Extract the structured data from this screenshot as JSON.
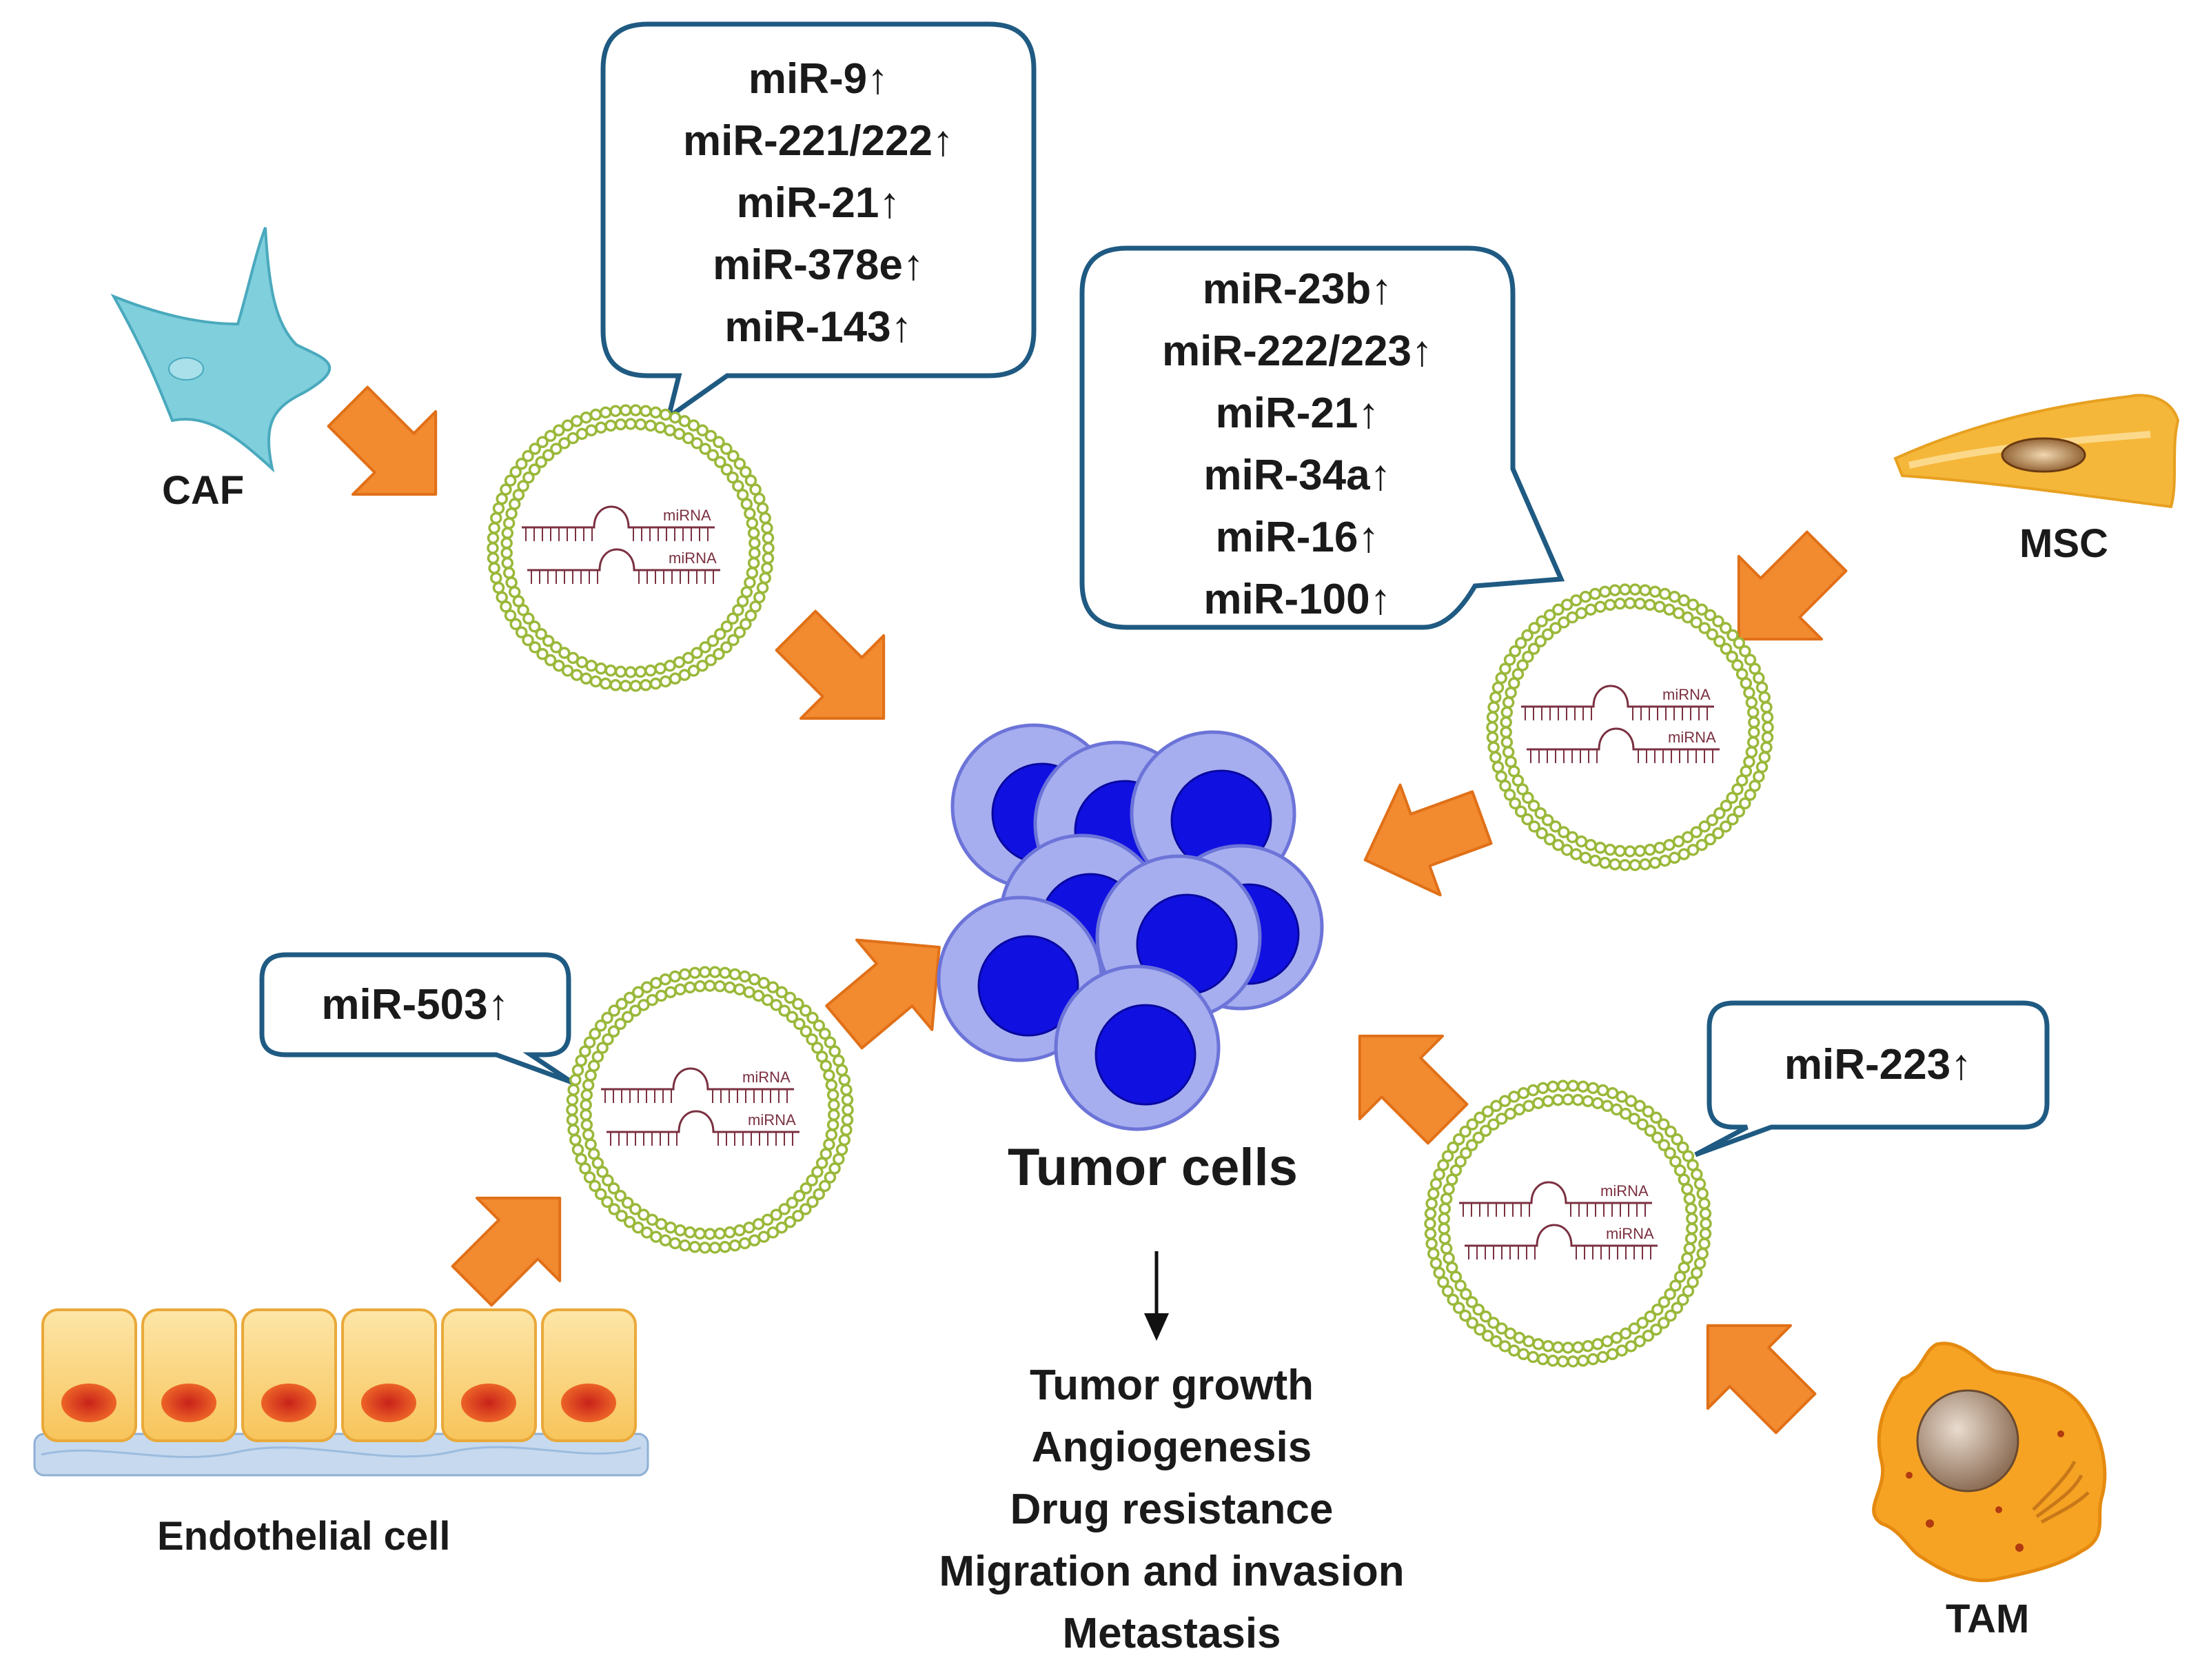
{
  "sources": {
    "caf": {
      "label": "CAF"
    },
    "msc": {
      "label": "MSC"
    },
    "endothelial": {
      "label": "Endothelial cell"
    },
    "tam": {
      "label": "TAM"
    }
  },
  "center": {
    "label": "Tumor cells"
  },
  "bubbles": {
    "caf": [
      "miR-9↑",
      "miR-221/222↑",
      "miR-21↑",
      "miR-378e↑",
      "miR-143↑"
    ],
    "msc": [
      "miR-23b↑",
      "miR-222/223↑",
      "miR-21↑",
      "miR-34a↑",
      "miR-16↑",
      "miR-100↑"
    ],
    "endothelial": [
      "miR-503↑"
    ],
    "tam": [
      "miR-223↑"
    ]
  },
  "vesicle_tag": "miRNA",
  "effects": [
    "Tumor growth",
    "Angiogenesis",
    "Drug resistance",
    "Migration and invasion",
    "Metastasis"
  ],
  "colors": {
    "arrow": "#f28a30",
    "arrow_stroke": "#e07018",
    "bubble_border": "#1f5a82",
    "vesicle": "#9ab83a",
    "tumor_outer": "#a6aef0",
    "tumor_nucleus": "#1010e0",
    "caf": "#7fcfdc",
    "msc": "#f5b73a",
    "endothelial": "#f7c85a",
    "tam": "#f6a324"
  }
}
